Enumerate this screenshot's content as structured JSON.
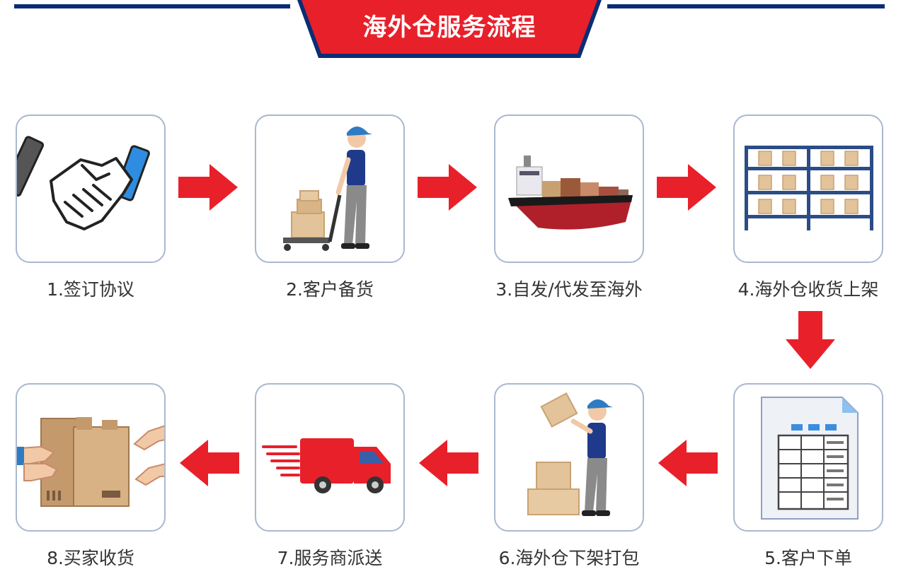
{
  "header": {
    "title": "海外仓服务流程"
  },
  "steps": [
    {
      "label": "1.签订协议",
      "icon": "handshake-icon"
    },
    {
      "label": "2.客户备货",
      "icon": "worker-cart-icon"
    },
    {
      "label": "3.自发/代发至海外",
      "icon": "cargo-ship-icon"
    },
    {
      "label": "4.海外仓收货上架",
      "icon": "warehouse-shelf-icon"
    },
    {
      "label": "5.客户下单",
      "icon": "order-form-icon"
    },
    {
      "label": "6.海外仓下架打包",
      "icon": "worker-packing-icon"
    },
    {
      "label": "7.服务商派送",
      "icon": "delivery-truck-icon"
    },
    {
      "label": "8.买家收货",
      "icon": "receive-boxes-icon"
    }
  ],
  "colors": {
    "accent_red": "#e8202a",
    "navy": "#0b2d74",
    "card_border": "#a9b8cf",
    "box_tan": "#e2c39a"
  }
}
